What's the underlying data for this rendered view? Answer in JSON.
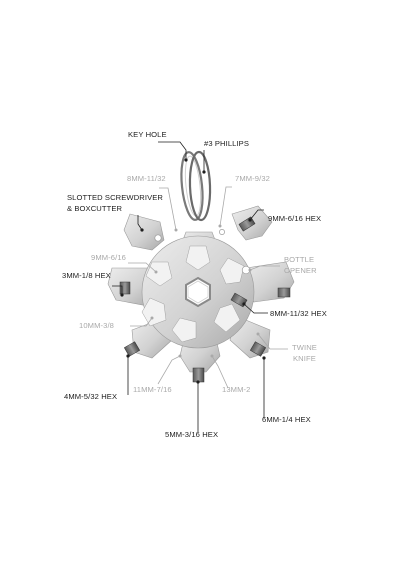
{
  "labels": {
    "key_hole": "KEY HOLE",
    "phillips": "#3 PHILLIPS",
    "m8_11_32_top": "8MM-11/32",
    "m7_9_32": "7MM-9/32",
    "slotted_1": "SLOTTED SCREWDRIVER",
    "slotted_2": "& BOXCUTTER",
    "hex_9_6_16": "9MM-6/16 HEX",
    "m9_6_16": "9MM-6/16",
    "bottle_1": "BOTTLE",
    "bottle_2": "OPENER",
    "hex_3_1_8": "3MM-1/8 HEX",
    "hex_8_11_32": "8MM-11/32 HEX",
    "m10_3_8": "10MM-3/8",
    "twine_1": "TWINE",
    "twine_2": "KNIFE",
    "hex_4_5_32": "4MM-5/32 HEX",
    "m11_7_16": "11MM-7/16",
    "m13_2": "13MM-2",
    "hex_6_1_4": "6MM-1/4 HEX",
    "hex_5_3_16": "5MM-3/16 HEX"
  },
  "colors": {
    "text_dark": "#1e1e1e",
    "text_grey": "#a9a9a9",
    "steel_light": "#e4e4e4",
    "steel_mid": "#c7c7c7",
    "steel_dark": "#8c8c8c"
  },
  "illustration": {
    "object": "snowflake multi-tool",
    "icons": [
      "key-ring-icon",
      "hex-hole-icon",
      "hex-bit-icon"
    ]
  }
}
